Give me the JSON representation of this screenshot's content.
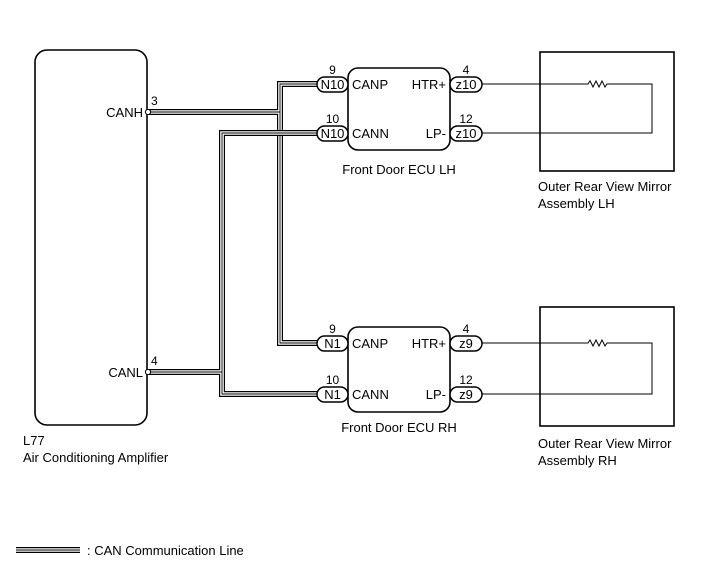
{
  "diagram": {
    "type": "wiring-diagram",
    "components": {
      "amplifier": {
        "code": "L77",
        "name": "Air Conditioning Amplifier",
        "pins": [
          {
            "number": "3",
            "label": "CANH"
          },
          {
            "number": "4",
            "label": "CANL"
          }
        ]
      },
      "ecu_lh": {
        "name": "Front Door ECU LH",
        "left_pins": [
          {
            "number": "9",
            "connector": "N10",
            "label": "CANP"
          },
          {
            "number": "10",
            "connector": "N10",
            "label": "CANN"
          }
        ],
        "right_pins": [
          {
            "number": "4",
            "connector": "z10",
            "label": "HTR+"
          },
          {
            "number": "12",
            "connector": "z10",
            "label": "LP-"
          }
        ]
      },
      "ecu_rh": {
        "name": "Front Door ECU RH",
        "left_pins": [
          {
            "number": "9",
            "connector": "N1",
            "label": "CANP"
          },
          {
            "number": "10",
            "connector": "N1",
            "label": "CANN"
          }
        ],
        "right_pins": [
          {
            "number": "4",
            "connector": "z9",
            "label": "HTR+"
          },
          {
            "number": "12",
            "connector": "z9",
            "label": "LP-"
          }
        ]
      },
      "mirror_lh": {
        "name_line1": "Outer Rear View Mirror",
        "name_line2": "Assembly LH"
      },
      "mirror_rh": {
        "name_line1": "Outer Rear View Mirror",
        "name_line2": "Assembly RH"
      }
    },
    "connections": [
      {
        "from": "L77 CANH (3)",
        "to": [
          "Front Door ECU LH CANP (N10-9)",
          "Front Door ECU RH CANP (N1-9)"
        ],
        "type": "CAN"
      },
      {
        "from": "L77 CANL (4)",
        "to": [
          "Front Door ECU LH CANN (N10-10)",
          "Front Door ECU RH CANN (N1-10)"
        ],
        "type": "CAN"
      },
      {
        "from": "Front Door ECU LH HTR+ (z10-4)",
        "to": "Outer Rear View Mirror Assembly LH heater",
        "type": "wire"
      },
      {
        "from": "Front Door ECU LH LP- (z10-12)",
        "to": "Outer Rear View Mirror Assembly LH heater",
        "type": "wire"
      },
      {
        "from": "Front Door ECU RH HTR+ (z9-4)",
        "to": "Outer Rear View Mirror Assembly RH heater",
        "type": "wire"
      },
      {
        "from": "Front Door ECU RH LP- (z9-12)",
        "to": "Outer Rear View Mirror Assembly RH heater",
        "type": "wire"
      }
    ],
    "legend": {
      "can_line_label": ": CAN Communication Line"
    }
  }
}
